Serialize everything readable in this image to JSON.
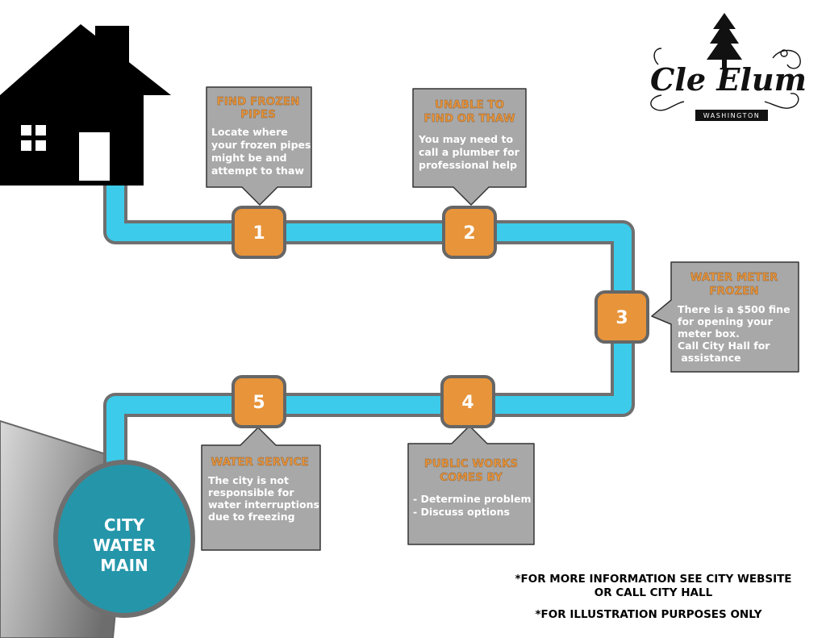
{
  "logo": {
    "script": "Cle Elum",
    "state": "WASHINGTON",
    "tree_icon": "pine-tree-icon"
  },
  "pipe_color": "#3ccbea",
  "step_color": "#e8943a",
  "callout_fill": "#a8a8a8",
  "steps": [
    {
      "number": "1",
      "title": [
        "FIND FROZEN",
        "PIPES"
      ],
      "body": [
        "Locate where",
        "your frozen pipes",
        "might be and",
        "attempt to thaw"
      ]
    },
    {
      "number": "2",
      "title": [
        "UNABLE TO",
        "FIND OR THAW"
      ],
      "body": [
        "You may need to",
        "call a plumber for",
        "professional help"
      ]
    },
    {
      "number": "3",
      "title": [
        "WATER METER",
        "FROZEN"
      ],
      "body": [
        "There is a $500 fine",
        "for opening your",
        "meter box.",
        "Call City Hall for",
        " assistance"
      ]
    },
    {
      "number": "4",
      "title": [
        "PUBLIC WORKS",
        "COMES BY"
      ],
      "body": [
        "- Determine problem",
        "- Discuss options"
      ]
    },
    {
      "number": "5",
      "title": [
        "WATER SERVICE"
      ],
      "body": [
        "The city is not",
        "responsible for",
        "water interruptions",
        "due to freezing"
      ]
    }
  ],
  "city_main": {
    "lines": [
      "CITY",
      "WATER",
      "MAIN"
    ],
    "color": "#2596aa"
  },
  "footer": {
    "info_lines": [
      "*FOR MORE INFORMATION SEE CITY WEBSITE",
      "OR CALL CITY HALL"
    ],
    "disclaimer": "*FOR ILLUSTRATION PURPOSES ONLY"
  }
}
